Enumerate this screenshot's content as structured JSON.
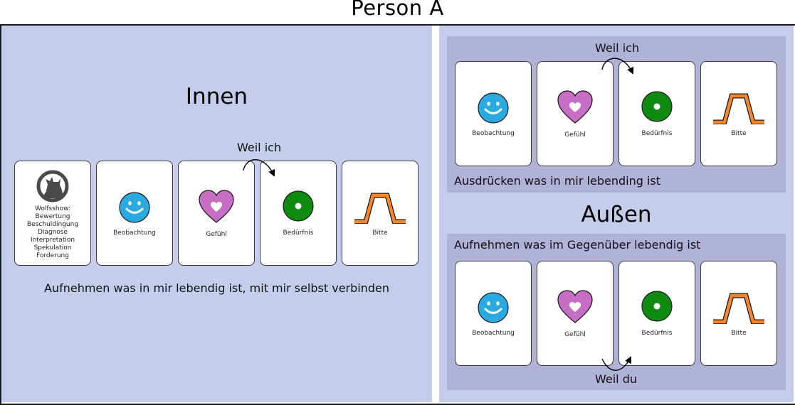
{
  "person_title": "Person A",
  "left": {
    "heading": "Innen",
    "weil_label": "Weil ich",
    "footer": "Aufnehmen was in mir lebendig ist, mit mir selbst verbinden",
    "wolf_lines": [
      "Wolfsshow:",
      "Bewertung",
      "Beschuldingung",
      "Diagnose",
      "Interpretation",
      "Spekulation",
      "Forderung"
    ],
    "cards": [
      "Beobachtung",
      "Gefühl",
      "Bedürfnis",
      "Bitte"
    ]
  },
  "right_top": {
    "weil_label": "Weil ich",
    "caption": "Ausdrücken was in mir lebending ist",
    "cards": [
      "Beobachtung",
      "Gefühl",
      "Bedürfnis",
      "Bitte"
    ]
  },
  "right_heading": "Außen",
  "right_bottom": {
    "caption": "Aufnehmen was im Gegenüber lebendig ist",
    "weil_label": "Weil du",
    "cards": [
      "Beobachtung",
      "Gefühl",
      "Bedürfnis",
      "Bitte"
    ]
  },
  "icons": [
    "wolf-icon",
    "smiley-icon",
    "heart-icon",
    "need-circle-icon",
    "request-bracket-icon"
  ],
  "colors": {
    "panel": "#c4cdeb",
    "band": "#b1b2d8",
    "smiley": "#29abe2",
    "heart": "#c86dc4",
    "need": "#0e8a0e",
    "bitte": "#f7862d",
    "wolf": "#4a4a4a"
  }
}
